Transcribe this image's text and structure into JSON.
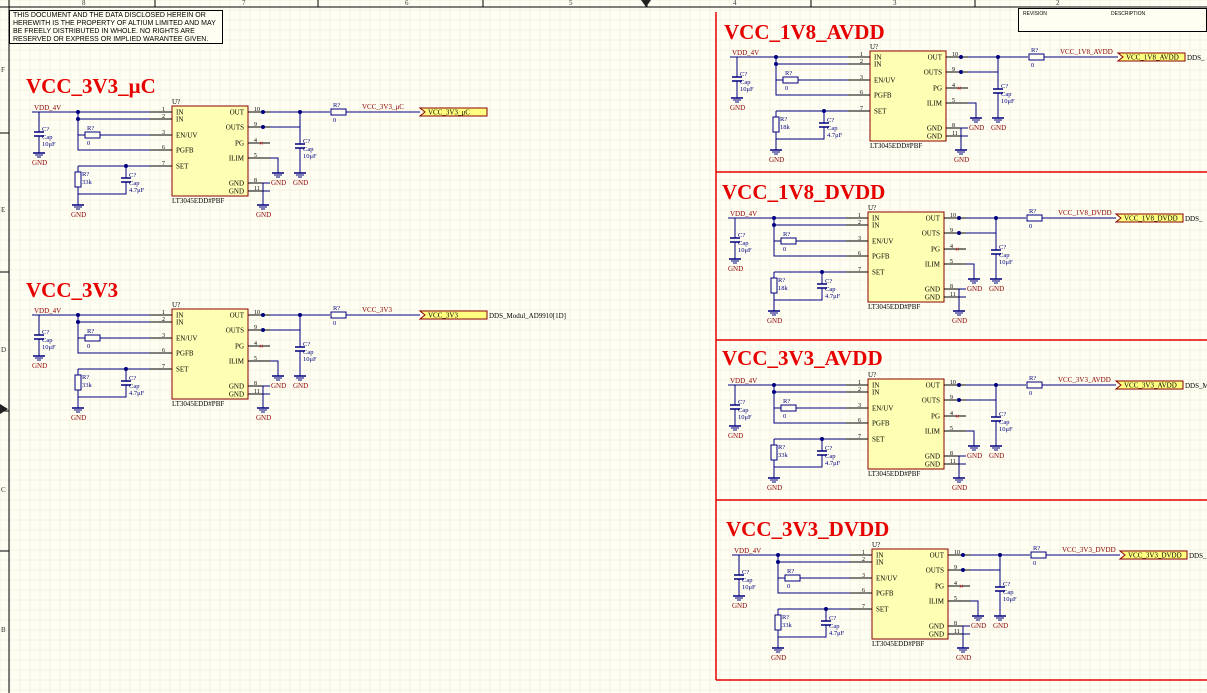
{
  "disclaimer": "THIS DOCUMENT AND THE DATA DISCLOSED HEREIN OR HEREWITH IS THE PROPERTY OF ALTIUM LIMITED AND MAY BE FREELY DISTRIBUTED IN WHOLE. NO RIGHTS ARE RESERVED OR EXPRESS OR IMPLIED WARANTEE GIVEN.",
  "revision_table": {
    "revision": "REVISION",
    "description": "DESCRIPTION"
  },
  "zones": {
    "left": [
      "F",
      "E",
      "D",
      "C",
      "B"
    ],
    "top": [
      "8",
      "7",
      "6",
      "5",
      "4",
      "3",
      "2"
    ]
  },
  "net": {
    "gnd": "GND",
    "vdd": "VDD_4V"
  },
  "ic": {
    "designator": "U?",
    "part": "LT3045EDD#PBF",
    "pins": [
      {
        "name": "IN",
        "num": "1"
      },
      {
        "name": "IN",
        "num": "2"
      },
      {
        "name": "EN/UV",
        "num": "3"
      },
      {
        "name": "PGFB",
        "num": "6"
      },
      {
        "name": "SET",
        "num": "7"
      },
      {
        "name": "OUT",
        "num": "10"
      },
      {
        "name": "OUTS",
        "num": "9"
      },
      {
        "name": "PG",
        "num": "4"
      },
      {
        "name": "ILIM",
        "num": "5"
      },
      {
        "name": "GND",
        "num": "8"
      },
      {
        "name": "GND",
        "num": "11"
      }
    ]
  },
  "parts": {
    "res_des": "R?",
    "cap_des": "C?",
    "cap_type": "Cap",
    "r_zero": "0",
    "cap_in": "10μF",
    "cap_out": "10μF",
    "cap_set": "4.7μF"
  },
  "blocks": [
    {
      "title": "VCC_3V3_μC",
      "rset": "33k",
      "out_net": "VCC_3V3_μC",
      "port": "VCC_3V3_μC",
      "dest": ""
    },
    {
      "title": "VCC_3V3",
      "rset": "33k",
      "out_net": "VCC_3V3",
      "port": "VCC_3V3",
      "dest": "DDS_Modul_AD9910[1D]"
    },
    {
      "title": "VCC_1V8_AVDD",
      "rset": "18k",
      "out_net": "VCC_1V8_AVDD",
      "port": "VCC_1V8_AVDD",
      "dest": "DDS_"
    },
    {
      "title": "VCC_1V8_DVDD",
      "rset": "18k",
      "out_net": "VCC_1V8_DVDD",
      "port": "VCC_1V8_DVDD",
      "dest": "DDS_"
    },
    {
      "title": "VCC_3V3_AVDD",
      "rset": "33k",
      "out_net": "VCC_3V3_AVDD",
      "port": "VCC_3V3_AVDD",
      "dest": "DDS_M"
    },
    {
      "title": "VCC_3V3_DVDD",
      "rset": "33k",
      "out_net": "VCC_3V3_DVDD",
      "port": "VCC_3V3_DVDD",
      "dest": "DDS_"
    }
  ]
}
